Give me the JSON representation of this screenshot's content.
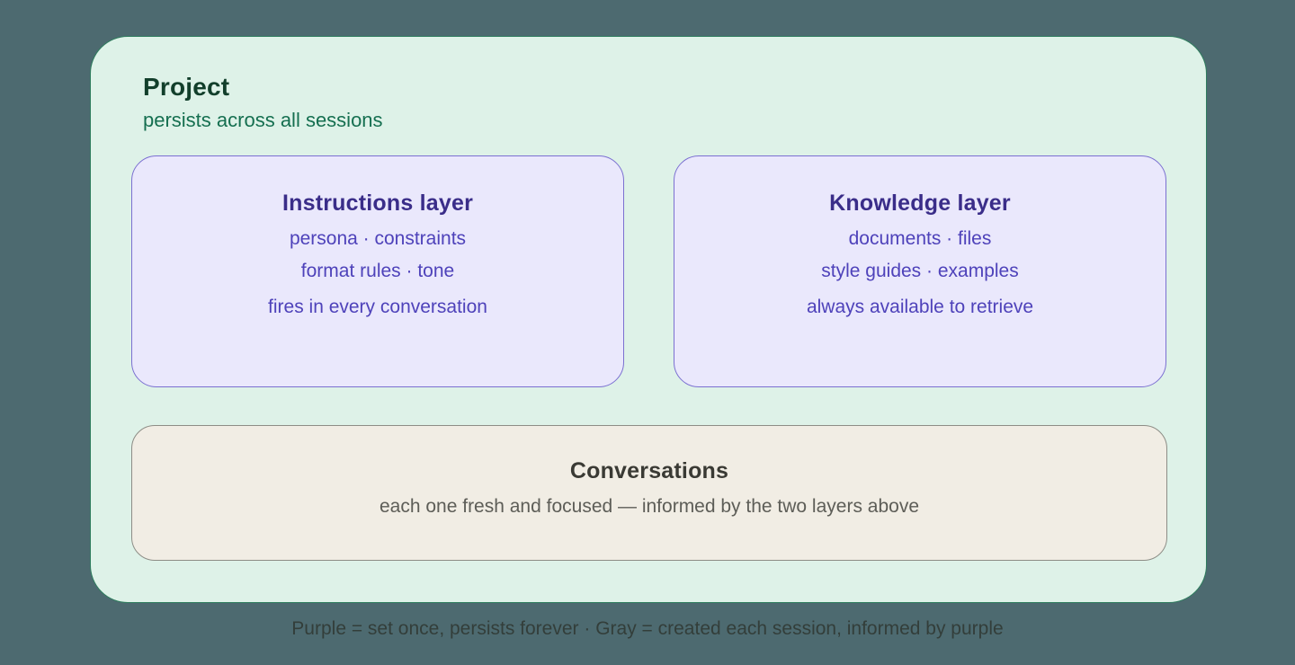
{
  "project": {
    "title": "Project",
    "subtitle": "persists across all sessions"
  },
  "instructions_layer": {
    "title": "Instructions layer",
    "lines": [
      "persona · constraints",
      "format rules · tone",
      "fires in every conversation"
    ]
  },
  "knowledge_layer": {
    "title": "Knowledge layer",
    "lines": [
      "documents · files",
      "style guides · examples",
      "always available to retrieve"
    ]
  },
  "conversations": {
    "title": "Conversations",
    "subtitle": "each one fresh and focused — informed by the two layers above"
  },
  "legend": {
    "text": "Purple = set once, persists forever · Gray = created each session, informed by purple"
  },
  "colors": {
    "page_background": "#4d6a70",
    "panel_background": "#def2e8",
    "panel_border": "#2f7d5e",
    "project_title_green": "#123f2b",
    "project_subtitle_green": "#156f50",
    "purple_box_background": "#eae8fc",
    "purple_box_border": "#7b70d1",
    "purple_title": "#3a2d89",
    "purple_body": "#4e42ba",
    "gray_box_background": "#f1ede4",
    "gray_box_border": "#8d8d86",
    "gray_title": "#3a3a34",
    "gray_body": "#5d5d57",
    "legend_text": "#333e3a"
  }
}
